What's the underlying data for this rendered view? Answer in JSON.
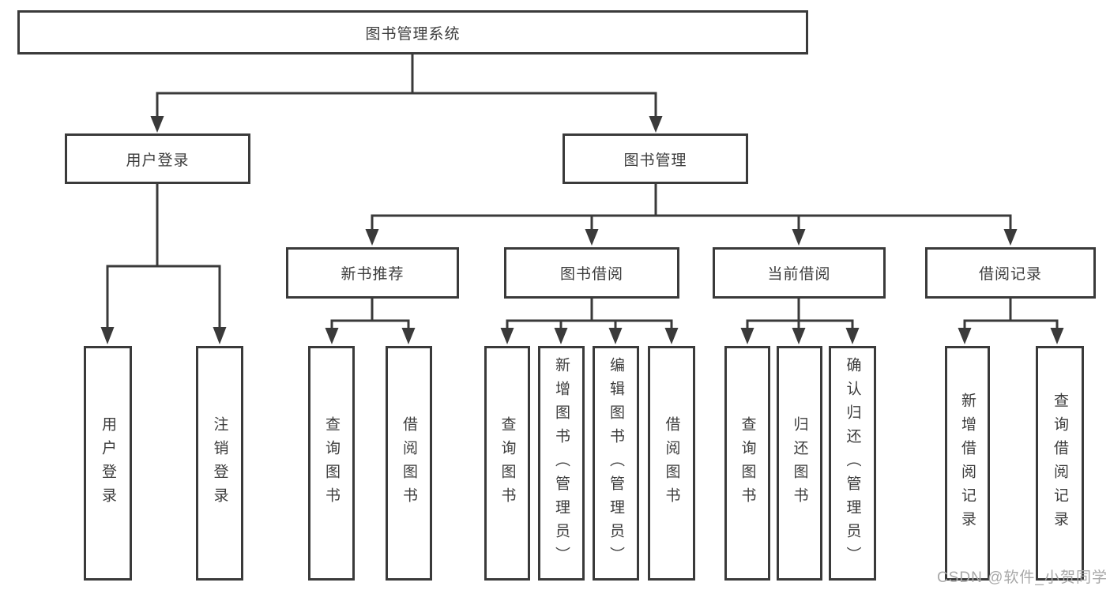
{
  "diagram": {
    "root": {
      "label": "图书管理系统"
    },
    "branches": [
      {
        "label": "用户登录",
        "children": [
          {
            "label": "用户登录"
          },
          {
            "label": "注销登录"
          }
        ]
      },
      {
        "label": "图书管理",
        "sections": [
          {
            "label": "新书推荐",
            "children": [
              {
                "label": "查询图书"
              },
              {
                "label": "借阅图书"
              }
            ]
          },
          {
            "label": "图书借阅",
            "children": [
              {
                "label": "查询图书"
              },
              {
                "label": "新增图书（管理员）"
              },
              {
                "label": "编辑图书（管理员）"
              },
              {
                "label": "借阅图书"
              }
            ]
          },
          {
            "label": "当前借阅",
            "children": [
              {
                "label": "查询图书"
              },
              {
                "label": "归还图书"
              },
              {
                "label": "确认归还（管理员）"
              }
            ]
          },
          {
            "label": "借阅记录",
            "children": [
              {
                "label": "新增借阅记录"
              },
              {
                "label": "查询借阅记录"
              }
            ]
          }
        ]
      }
    ]
  },
  "watermark": {
    "text": "CSDN @软件_小贺同学"
  },
  "colors": {
    "line": "#3a3a3a",
    "box_border": "#3a3a3a",
    "text": "#3c3c3c",
    "watermark": "#a8a8a8",
    "background": "#ffffff"
  }
}
